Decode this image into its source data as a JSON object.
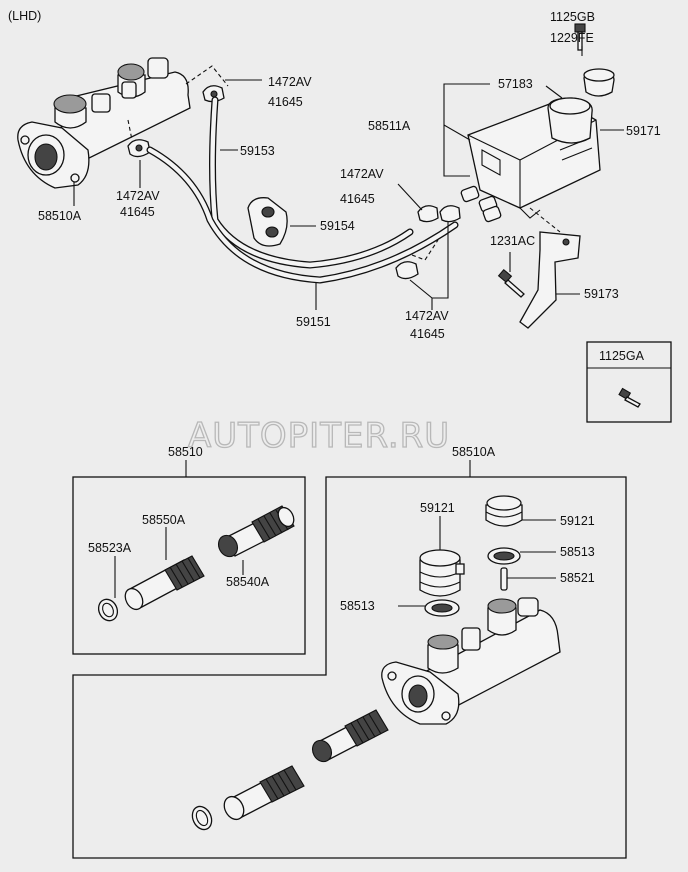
{
  "header": {
    "variant": "(LHD)"
  },
  "watermark": "AUTOPITER.RU",
  "labels": {
    "bolt_1125gb": "1125GB",
    "bolt_1229fe": "1229FE",
    "cap_57183": "57183",
    "reservoir_58511a": "58511A",
    "reservoir_59171": "59171",
    "clamp_top_1472av": "1472AV",
    "clamp_top_41645": "41645",
    "hose_59153": "59153",
    "clamp_right_1472av": "1472AV",
    "clamp_right_41645": "41645",
    "clip_59154": "59154",
    "clamp_left_1472av": "1472AV",
    "clamp_left_41645": "41645",
    "mc_58510a": "58510A",
    "hose_59151": "59151",
    "clamp_bottom_1472av": "1472AV",
    "clamp_bottom_41645": "41645",
    "bolt_1231ac": "1231AC",
    "bracket_59173": "59173",
    "box_1125ga": "1125GA",
    "box_left_title": "58510",
    "box_right_title": "58510A",
    "piston_58550a": "58550A",
    "ring_58523a": "58523A",
    "piston_58540a": "58540A",
    "grommet_59121_left": "59121",
    "grommet_59121_right": "59121",
    "seal_58513_right": "58513",
    "pin_58521": "58521",
    "seal_58513_left": "58513"
  }
}
